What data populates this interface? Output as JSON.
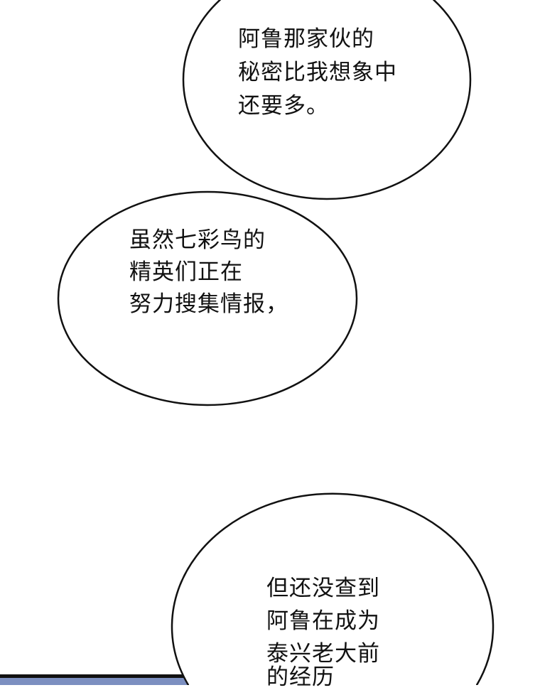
{
  "bubbles": [
    {
      "lines": [
        "阿鲁那家伙的",
        "秘密比我想象中",
        "还要多。"
      ]
    },
    {
      "lines": [
        "虽然七彩鸟的",
        "精英们正在",
        "努力搜集情报，"
      ]
    },
    {
      "lines": [
        "但还没查到",
        "阿鲁在成为",
        "泰兴老大前",
        "的经历"
      ]
    }
  ],
  "colors": {
    "panel": "#7c8fc0",
    "outline": "#111111"
  }
}
